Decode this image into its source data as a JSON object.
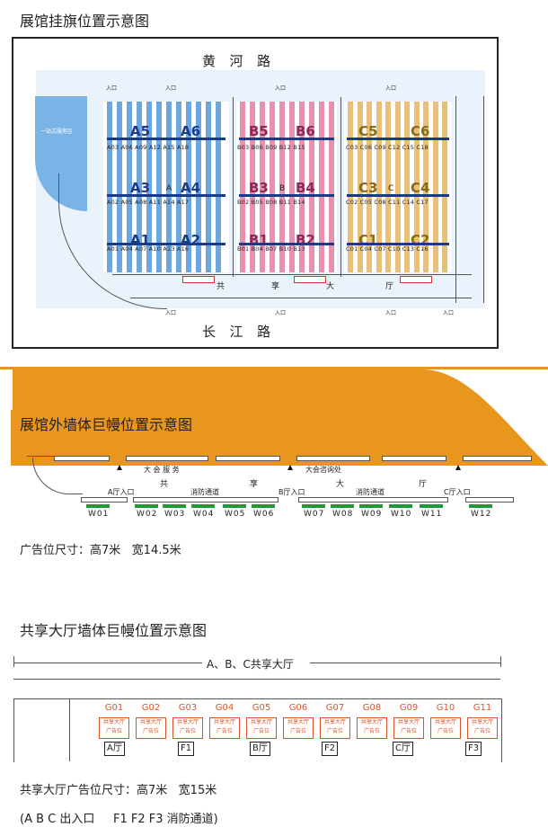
{
  "section1": {
    "title": "展馆挂旗位置示意图",
    "road_top": "黄  河  路",
    "road_bottom": "长  江  路",
    "service_area": "一站式服务区",
    "entrance": "入口",
    "hall_mid_labels": [
      "A",
      "B",
      "C"
    ],
    "shared_hall": [
      "共",
      "享",
      "大",
      "厅"
    ],
    "zones": {
      "blue": [
        "A5",
        "A6",
        "A3",
        "A4",
        "A1",
        "A2"
      ],
      "pink": [
        "B5",
        "B6",
        "B3",
        "B4",
        "B1",
        "B2"
      ],
      "yellow": [
        "C5",
        "C6",
        "C3",
        "C4",
        "C1",
        "C2"
      ]
    },
    "booth_rows": {
      "A_top": [
        "A03",
        "A06",
        "A09",
        "A12",
        "A15",
        "A18"
      ],
      "A_mid": [
        "A02",
        "A05",
        "A08",
        "A11",
        "A14",
        "A17"
      ],
      "A_bot": [
        "A01",
        "A04",
        "A07",
        "A10",
        "A13",
        "A16"
      ],
      "B_top": [
        "B03",
        "B06",
        "B09",
        "B12",
        "B15"
      ],
      "B_mid": [
        "B02",
        "B05",
        "B08",
        "B11",
        "B14"
      ],
      "B_bot": [
        "B01",
        "B04",
        "B07",
        "B10",
        "B13"
      ],
      "C_top": [
        "C03",
        "C06",
        "C09",
        "C12",
        "C15",
        "C18"
      ],
      "C_mid": [
        "C02",
        "C05",
        "C08",
        "C11",
        "C14",
        "C17"
      ],
      "C_bot": [
        "C01",
        "C04",
        "C07",
        "C10",
        "C13",
        "C16"
      ]
    }
  },
  "section2": {
    "title": "展馆外墙体巨幔位置示意图",
    "labels_top": [
      "大 会 服 务",
      "大会咨询处"
    ],
    "shared_hall": [
      "共",
      "享",
      "大",
      "厅"
    ],
    "entries": [
      "A厅入口",
      "消防通道",
      "B厅入口",
      "消防通道",
      "C厅入口"
    ],
    "walls": [
      "W01",
      "W02",
      "W03",
      "W04",
      "W05",
      "W06",
      "W07",
      "W08",
      "W09",
      "W10",
      "W11",
      "W12"
    ],
    "size_text": "广告位尺寸：高7米   宽14.5米"
  },
  "section3": {
    "title": "共享大厅墙体巨幔位置示意图",
    "span_label": "A、B、C共享大厅",
    "spots": [
      "G01",
      "G02",
      "G03",
      "G04",
      "G05",
      "G06",
      "G07",
      "G08",
      "G09",
      "G10",
      "G11"
    ],
    "spot_box_line1": "共享大厅",
    "spot_box_line2": "广告位",
    "doors": [
      "A厅",
      "F1",
      "B厅",
      "F2",
      "C厅",
      "F3"
    ],
    "size_text": "共享大厅广告位尺寸：高7米   宽15米",
    "note_text": "(A B C 出入口     F1 F2 F3 消防通道)"
  },
  "colors": {
    "blue_hall": "#6ea6de",
    "pink_hall": "#e890b0",
    "yellow_hall": "#e8c07a",
    "banner_bar": "#1a3a8a",
    "band_orange": "#e8961e",
    "ad_green": "#1e9a3a",
    "ad_red": "#d9542b"
  }
}
